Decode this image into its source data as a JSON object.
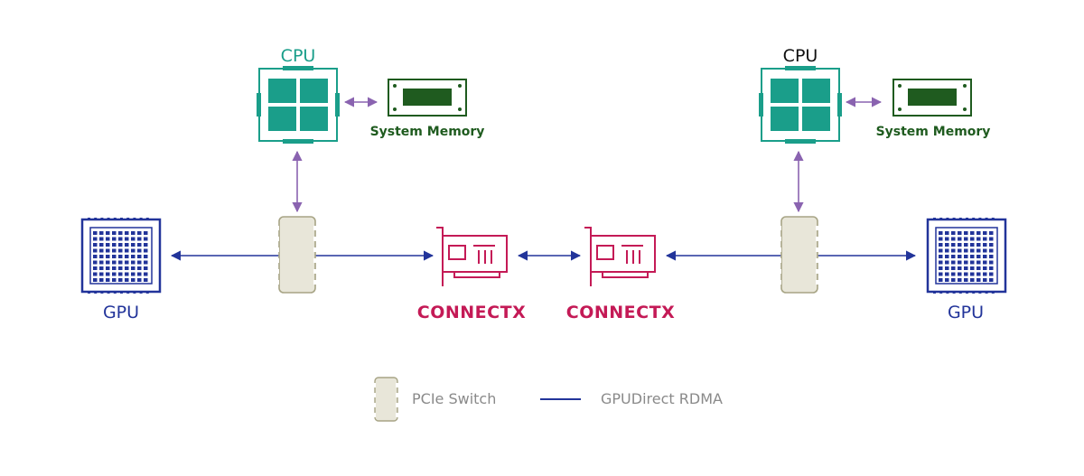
{
  "colors": {
    "cpu_left": "#1a9e8a",
    "cpu_right": "#111111",
    "cpu_block": "#1a9e8a",
    "memory": "#1f5b1f",
    "gpu": "#22349a",
    "connectx": "#c41a56",
    "pcie_fill": "#e8e6d9",
    "pcie_stroke": "#a7a485",
    "cpu_link": "#8a63b0",
    "rdma": "#22349a"
  },
  "nodes": {
    "left": {
      "cpu_label": "CPU",
      "memory_label": "System Memory",
      "gpu_label": "GPU",
      "connectx_label": "CONNECTX"
    },
    "right": {
      "cpu_label": "CPU",
      "memory_label": "System Memory",
      "gpu_label": "GPU",
      "connectx_label": "CONNECTX"
    }
  },
  "legend": {
    "pcie_switch": "PCIe Switch",
    "gpudirect_rdma": "GPUDirect RDMA"
  }
}
